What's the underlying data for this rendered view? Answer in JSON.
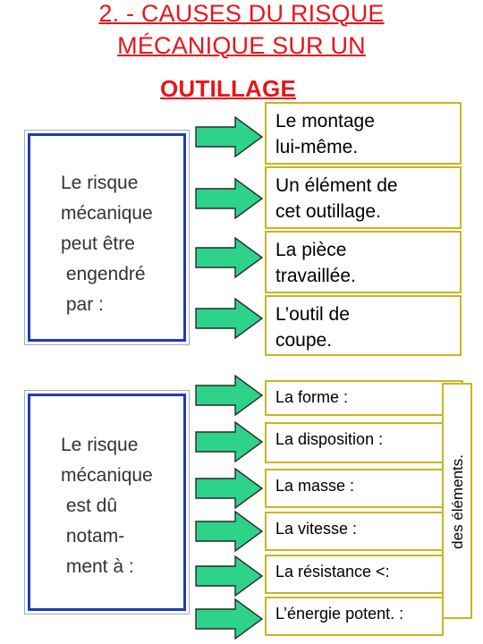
{
  "title": {
    "line1": "2. - CAUSES DU RISQUE",
    "line2": "MÉCANIQUE SUR UN",
    "line3": "OUTILLAGE"
  },
  "section1": {
    "lead": "Le risque\nmécanique\npeut être\n engendré\n par :",
    "items": [
      "Le montage\nlui-même.",
      "Un élément de\ncet outillage.",
      "La pièce\ntravaillée.",
      "L’outil de\ncoupe."
    ]
  },
  "section2": {
    "lead": "Le risque\nmécanique\n est dû\n notam-\n ment à :",
    "items": [
      "La forme :",
      "La disposition :",
      "La masse :",
      "La vitesse :",
      "La résistance <:",
      "L’énergie potent. :"
    ],
    "side_label": "des éléments."
  },
  "colors": {
    "title": "#e8141b",
    "arrow": "#2dd389",
    "box_border": "#c9b61d",
    "lead_box_border": "#1f3bb3"
  }
}
